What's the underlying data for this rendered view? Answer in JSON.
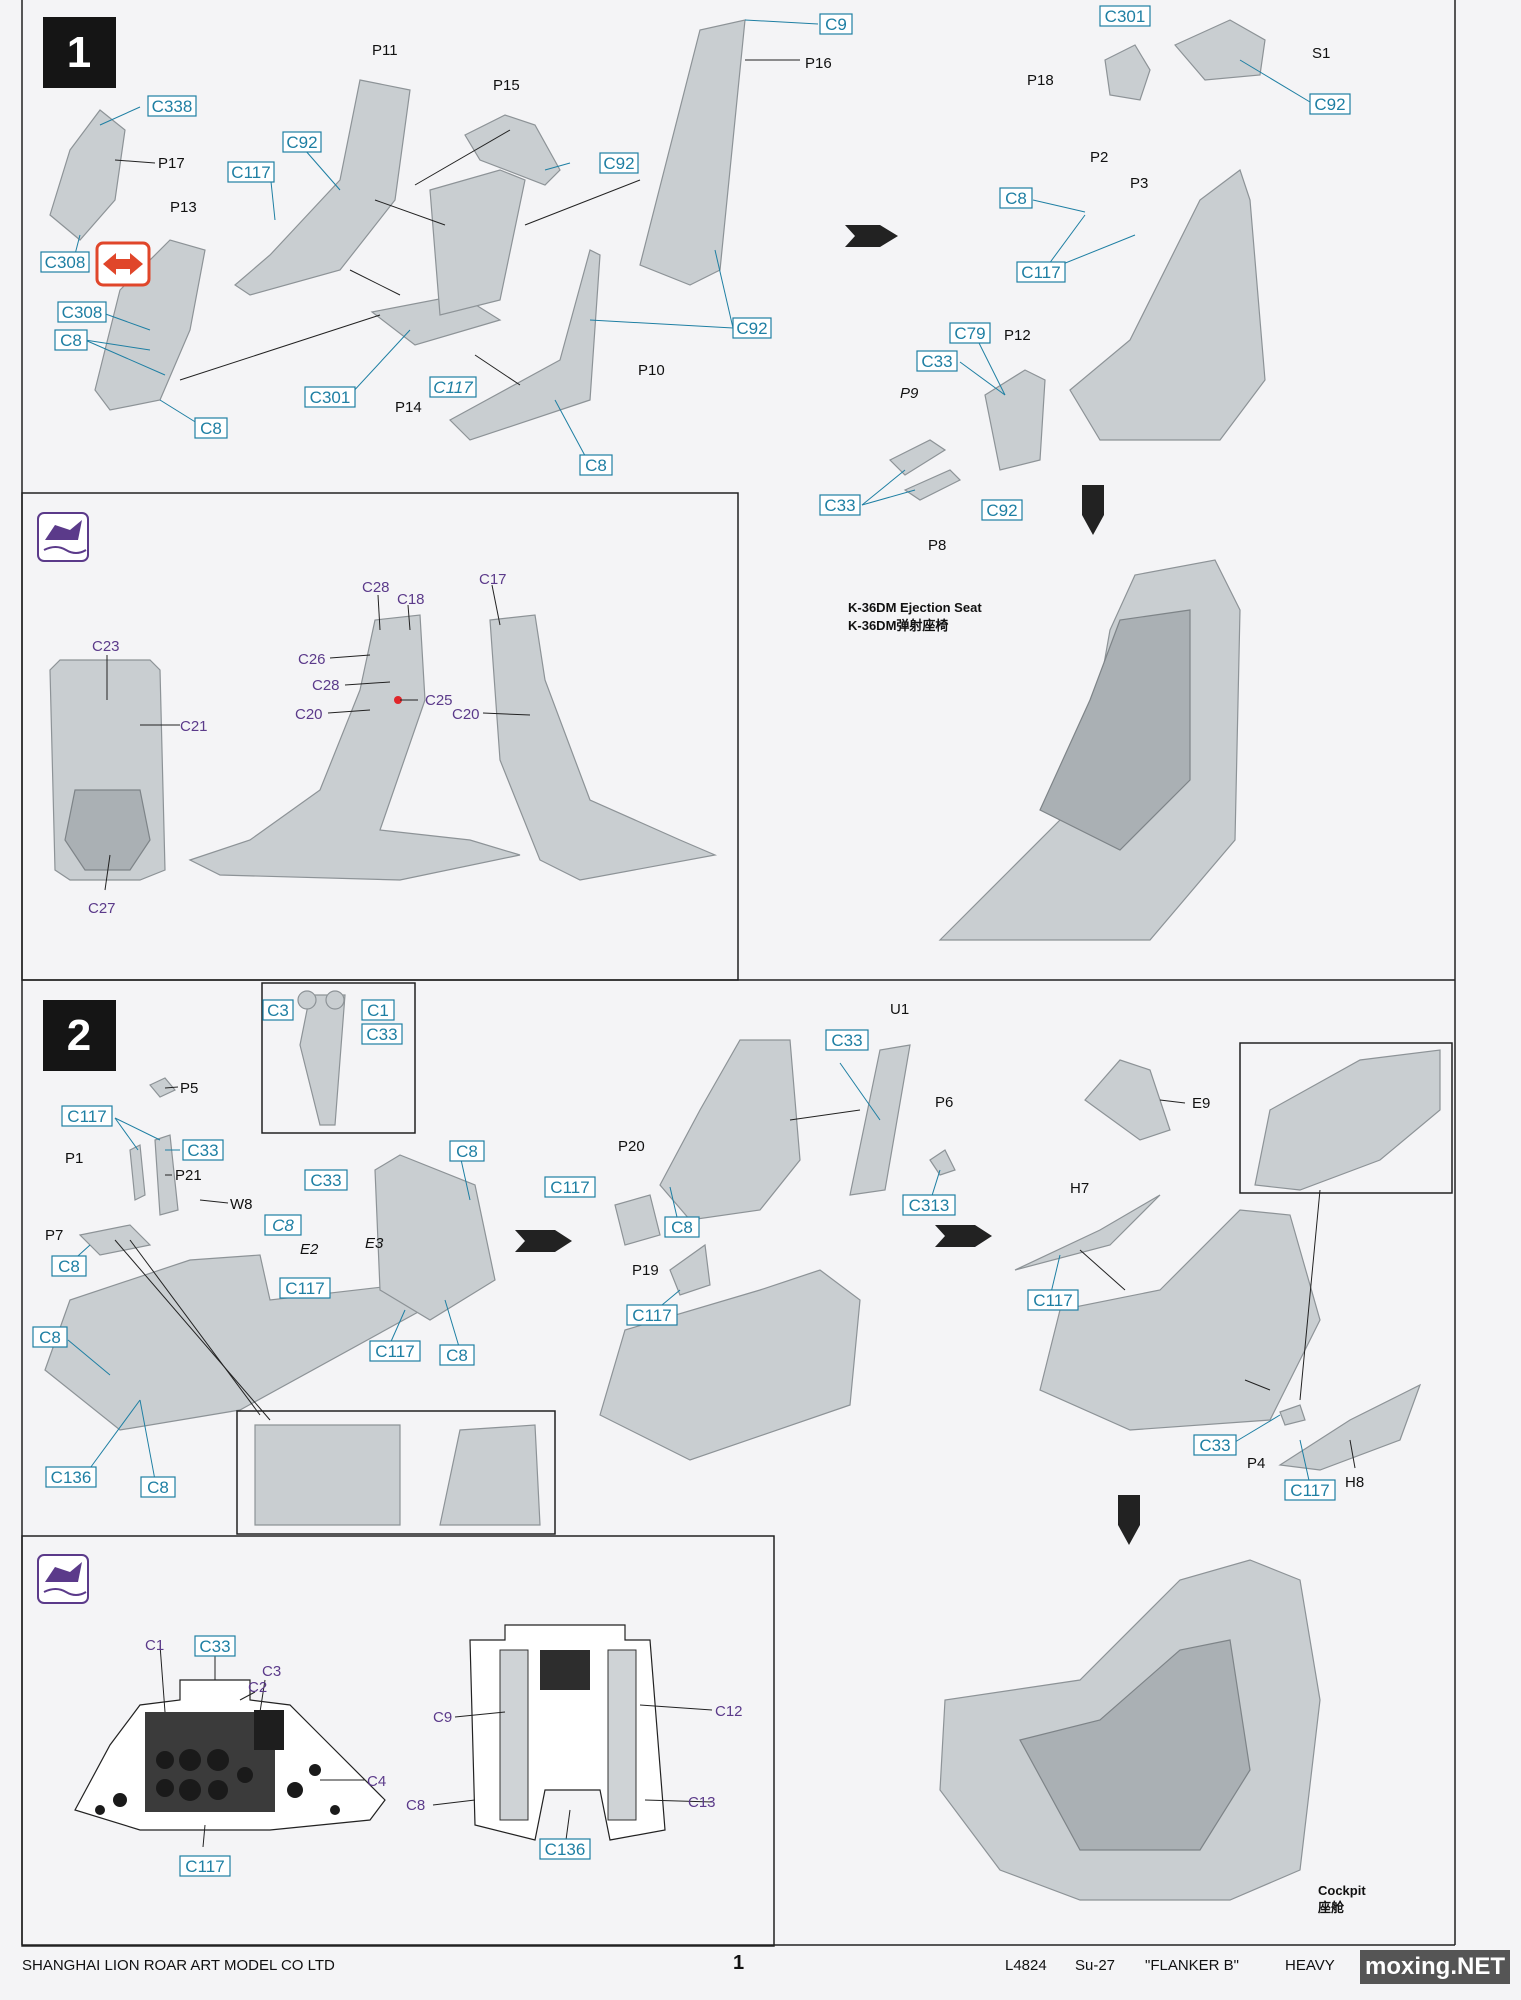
{
  "steps": {
    "step1": "1",
    "step2": "2"
  },
  "step1_callouts": {
    "c338": "C338",
    "c308a": "C308",
    "c308b": "C308",
    "c8a": "C8",
    "c8b": "C8",
    "c92a": "C92",
    "c117a": "C117",
    "c301a": "C301",
    "c92b": "C92",
    "c117b": "C117",
    "c8c": "C8",
    "c9": "C9",
    "c92c": "C92",
    "c301b": "C301",
    "c92d": "C92",
    "c8d": "C8",
    "c117c": "C117",
    "c79": "C79",
    "c33a": "C33",
    "c33b": "C33",
    "c92e": "C92"
  },
  "step1_parts": {
    "p17": "P17",
    "p13": "P13",
    "p11": "P11",
    "p15": "P15",
    "p16": "P16",
    "p14": "P14",
    "p10": "P10",
    "p18": "P18",
    "s1": "S1",
    "p2": "P2",
    "p3": "P3",
    "p12": "P12",
    "p9": "P9",
    "p8": "P8"
  },
  "seat_decals": {
    "c23": "C23",
    "c21": "C21",
    "c27": "C27",
    "c28a": "C28",
    "c18": "C18",
    "c26": "C26",
    "c28b": "C28",
    "c25": "C25",
    "c20a": "C20",
    "c20b": "C20",
    "c17": "C17"
  },
  "seat_caption": {
    "en": "K-36DM Ejection Seat",
    "cn": "K-36DM弹射座椅"
  },
  "step2_callouts": {
    "c3": "C3",
    "c1": "C1",
    "c33a": "C33",
    "c117a": "C117",
    "c33b": "C33",
    "c8a": "C8",
    "c8b": "C8",
    "c117b": "C117",
    "c8c": "C8",
    "c136a": "C136",
    "c8d": "C8",
    "c33c": "C33",
    "c8e": "C8",
    "c117c": "C117",
    "c8f": "C8",
    "c117d": "C117",
    "c8g": "C8",
    "c117e": "C117",
    "c33d": "C33",
    "c313": "C313",
    "c117f": "C117",
    "c33e": "C33",
    "c117g": "C117"
  },
  "step2_parts": {
    "p5": "P5",
    "p1": "P1",
    "p21": "P21",
    "w8": "W8",
    "p7": "P7",
    "e2": "E2",
    "e3": "E3",
    "u1": "U1",
    "p6": "P6",
    "p20": "P20",
    "p19": "P19",
    "e9": "E9",
    "h7": "H7",
    "p4": "P4",
    "h8": "H8"
  },
  "cockpit_decals": {
    "c1": "C1",
    "c33": "C33",
    "c2": "C2",
    "c3": "C3",
    "c4": "C4",
    "c117": "C117",
    "c9": "C9",
    "c12": "C12",
    "c8": "C8",
    "c13": "C13",
    "c136": "C136"
  },
  "cockpit_caption": {
    "en": "Cockpit",
    "cn": "座舱"
  },
  "footer": {
    "company": "SHANGHAI LION ROAR ART MODEL CO LTD",
    "page": "1",
    "code": "L4824",
    "model": "Su-27",
    "name": "\"FLANKER B\"",
    "type": "HEAVY",
    "watermark": "moxing.NET"
  },
  "colors": {
    "callout": "#1e7fa3",
    "decal": "#5b3a8a",
    "part": "#c9ced1",
    "swap": "#e0462a"
  }
}
